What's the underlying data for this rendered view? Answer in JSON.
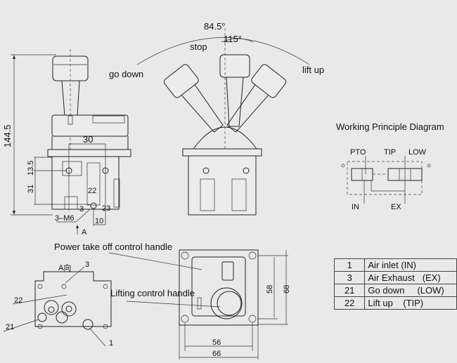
{
  "angles": {
    "total": "84.5°",
    "stop": "115°"
  },
  "positions": {
    "stop": "stop",
    "go_down": "go down",
    "lift_up": "lift up"
  },
  "side_view_dims": {
    "height": "144.5",
    "width_30": "30",
    "d13_5": "13.5",
    "d31": "31",
    "port_22": "22",
    "port_23": "23",
    "port_3": "3",
    "thread": "3–M6",
    "d10": "10",
    "view_arrow": "A"
  },
  "working_principle": {
    "title": "Working Principle Diagram",
    "pto": "PTO",
    "tip": "TIP",
    "low": "LOW",
    "in": "IN",
    "ex": "EX"
  },
  "bottom_view": {
    "label": "A向",
    "port_3": "3",
    "port_22": "22",
    "port_21": "21",
    "port_1": "1"
  },
  "top_view": {
    "pto_handle": "Power take off control handle",
    "lifting_handle": "Lifting control handle",
    "d58": "58",
    "d68": "68",
    "d56": "56",
    "d66": "66"
  },
  "port_table": [
    {
      "port": "1",
      "description": "Air inlet (IN)"
    },
    {
      "port": "3",
      "description": "Air Exhaust   (EX)"
    },
    {
      "port": "21",
      "description": "Go down     (LOW)"
    },
    {
      "port": "22",
      "description": "Lift up    (TIP)"
    }
  ]
}
